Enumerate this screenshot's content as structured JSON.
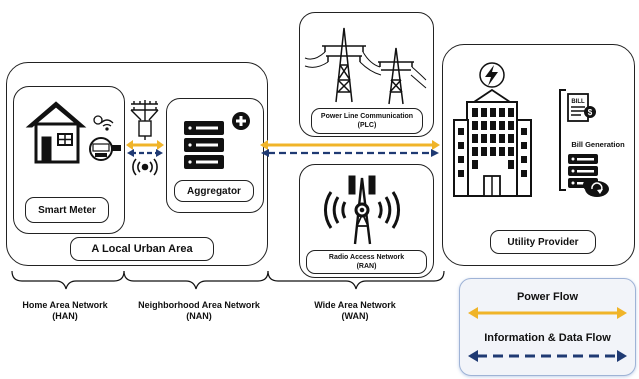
{
  "local_area": {
    "title": "A Local Urban Area"
  },
  "smart_meter": {
    "label": "Smart Meter"
  },
  "aggregator": {
    "label": "Aggregator"
  },
  "plc": {
    "label_line1": "Power Line Communication",
    "label_line2": "(PLC)"
  },
  "ran": {
    "label_line1": "Radio Access Network",
    "label_line2": "(RAN)"
  },
  "utility": {
    "label": "Utility Provider",
    "bill_label": "Bill Generation",
    "bill_icon_text": "BILL"
  },
  "networks": [
    {
      "line1": "Home Area Network",
      "line2": "(HAN)"
    },
    {
      "line1": "Neighborhood Area Network",
      "line2": "(NAN)"
    },
    {
      "line1": "Wide Area Network",
      "line2": "(WAN)"
    }
  ],
  "legend": {
    "power_flow": "Power Flow",
    "data_flow": "Information & Data Flow"
  },
  "colors": {
    "power": "#F0B429",
    "data": "#1F3A73",
    "accent": "#4F7AC7"
  },
  "icons": [
    "house-icon",
    "wifi-icon",
    "smart-meter-icon",
    "utility-pole-icon",
    "wireless-signal-icon",
    "server-rack-icon",
    "plus-icon",
    "transmission-tower-icon",
    "cell-tower-icon",
    "lightning-icon",
    "office-building-icon",
    "bill-icon",
    "dollar-icon",
    "sync-icon"
  ]
}
